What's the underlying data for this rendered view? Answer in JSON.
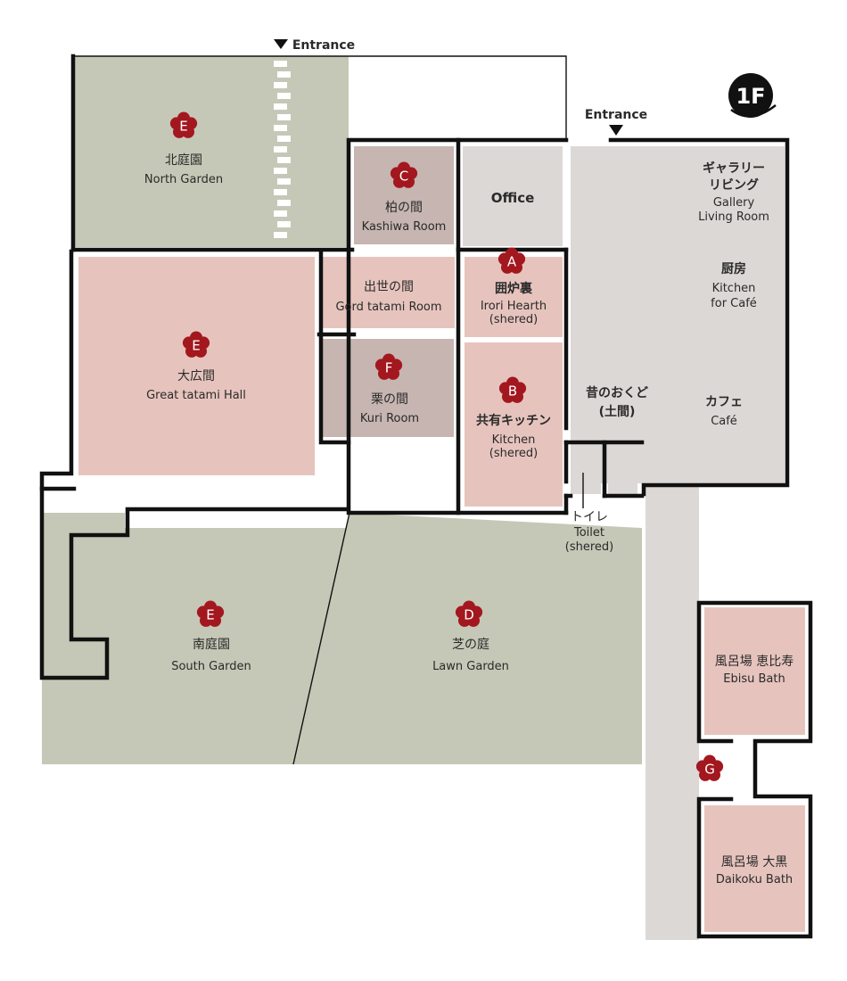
{
  "floor": "1F",
  "entrances": {
    "top": "Entrance",
    "right": "Entrance"
  },
  "colors": {
    "garden": "#c5c8b6",
    "tatami": "#e6c4bd",
    "wood_room": "#c6b5b0",
    "service": "#dcd8d5",
    "marker": "#a3171f",
    "wall": "#111111"
  },
  "rooms": {
    "north_garden": {
      "marker": "E",
      "jp": "北庭園",
      "en": "North Garden"
    },
    "kashiwa": {
      "marker": "C",
      "jp": "柏の間",
      "en": "Kashiwa Room"
    },
    "office": {
      "en": "Office"
    },
    "irori": {
      "marker": "A",
      "jp": "囲炉裏",
      "en": "Irori Hearth",
      "note": "(shered)"
    },
    "gord": {
      "jp": "出世の間",
      "en": "Gord tatami Room"
    },
    "great_hall": {
      "marker": "E",
      "jp": "大広間",
      "en": "Great tatami Hall"
    },
    "kuri": {
      "marker": "F",
      "jp": "栗の間",
      "en": "Kuri Room"
    },
    "kitchen": {
      "marker": "B",
      "jp": "共有キッチン",
      "en": "Kitchen",
      "note": "(shered)"
    },
    "gallery": {
      "jp1": "ギャラリー",
      "jp2": "リビング",
      "en1": "Gallery",
      "en2": "Living Room"
    },
    "cafe_kitchen": {
      "jp": "厨房",
      "en1": "Kitchen",
      "en2": "for Café"
    },
    "doma": {
      "jp1": "昔のおくど",
      "jp2": "(土間)"
    },
    "cafe": {
      "jp": "カフェ",
      "en": "Café"
    },
    "toilet": {
      "jp": "トイレ",
      "en": "Toilet",
      "note": "(shered)"
    },
    "south_garden": {
      "marker": "E",
      "jp": "南庭園",
      "en": "South Garden"
    },
    "lawn_garden": {
      "marker": "D",
      "jp": "芝の庭",
      "en": "Lawn Garden"
    },
    "ebisu_bath": {
      "jp": "風呂場 恵比寿",
      "en": "Ebisu Bath"
    },
    "daikoku_bath": {
      "jp": "風呂場 大黒",
      "en": "Daikoku Bath"
    },
    "bath_marker": "G"
  }
}
